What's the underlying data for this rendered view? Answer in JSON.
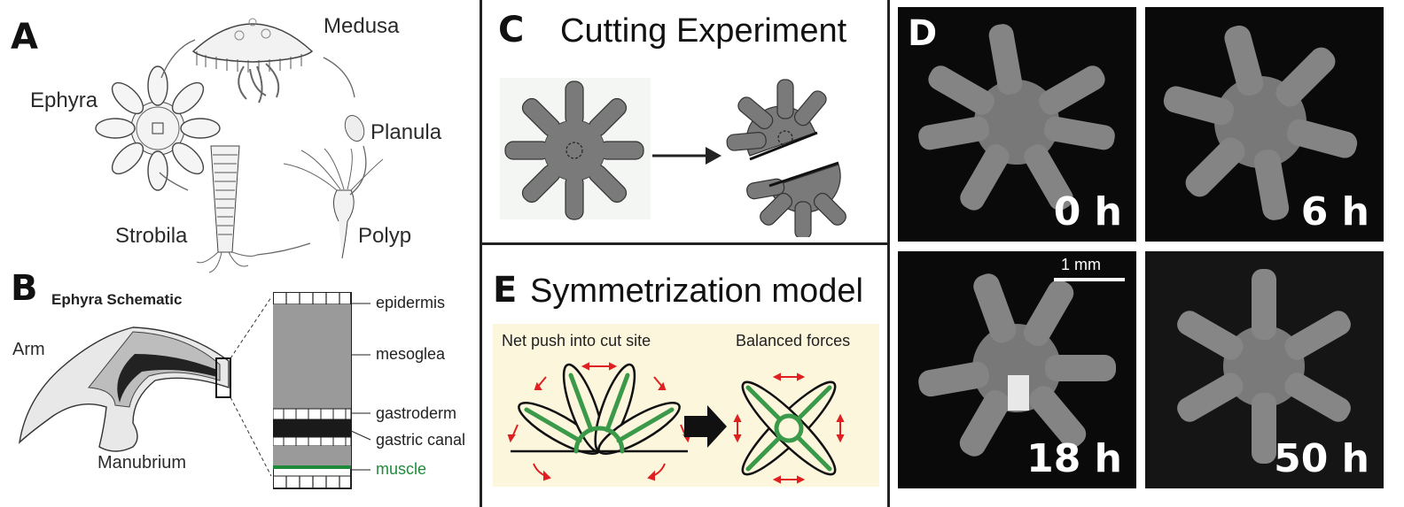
{
  "panels": {
    "A": {
      "letter": "A",
      "stages": {
        "medusa": "Medusa",
        "ephyra": "Ephyra",
        "planula": "Planula",
        "strobila": "Strobila",
        "polyp": "Polyp"
      }
    },
    "B": {
      "letter": "B",
      "title": "Ephyra Schematic",
      "arm": "Arm",
      "manubrium": "Manubrium",
      "layers": {
        "epidermis": "epidermis",
        "mesoglea": "mesoglea",
        "gastroderm": "gastroderm",
        "gastric_canal": "gastric canal",
        "muscle": "muscle"
      },
      "muscle_color": "#1f8a3a"
    },
    "C": {
      "letter": "C",
      "title": "Cutting Experiment"
    },
    "D": {
      "letter": "D",
      "timepoints": [
        "0 h",
        "6 h",
        "18 h",
        "50 h"
      ],
      "scale_bar": "1 mm"
    },
    "E": {
      "letter": "E",
      "title": "Symmetrization model",
      "left_caption": "Net push into cut site",
      "right_caption": "Balanced forces",
      "arrow_color": "#e02020",
      "canal_color": "#3a9a4a",
      "background": "#fbf6dc"
    }
  }
}
